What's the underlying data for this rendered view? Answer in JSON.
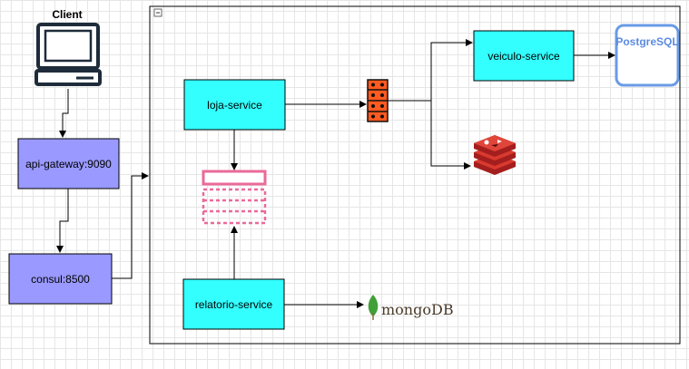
{
  "client": {
    "label": "Client",
    "icon": "desktop-computer-icon"
  },
  "nodes": {
    "api_gateway": "api-gateway:9090",
    "consul": "consul:8500",
    "loja_service": "loja-service",
    "veiculo_service": "veiculo-service",
    "relatorio_service": "relatorio-service"
  },
  "databases": {
    "postgres": "PostgreSQL",
    "mongo": "mongoDB",
    "redis_icon": "redis-icon",
    "queue_icon": "message-queue-icon",
    "store_icon": "pink-table-cache-icon"
  },
  "colors": {
    "gateway_fill": "#9999ff",
    "service_fill": "#33ffff",
    "queue_fill": "#ff5a1f",
    "redis_fill": "#cf2b2b",
    "store_stroke": "#ea6a9a",
    "postgres_stroke": "#6a9be6",
    "mongo_leaf": "#3fa037"
  }
}
